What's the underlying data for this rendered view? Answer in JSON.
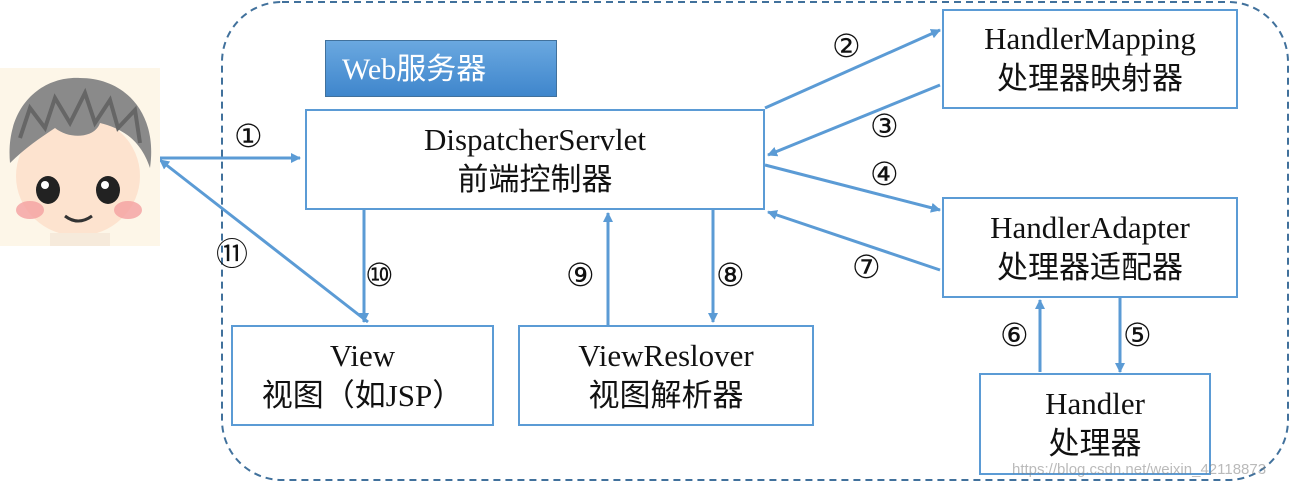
{
  "server_label": "Web服务器",
  "boxes": {
    "dispatcher": {
      "line1": "DispatcherServlet",
      "line2": "前端控制器"
    },
    "mapping": {
      "line1": "HandlerMapping",
      "line2": "处理器映射器"
    },
    "adapter": {
      "line1": "HandlerAdapter",
      "line2": "处理器适配器"
    },
    "handler": {
      "line1": "Handler",
      "line2": "处理器"
    },
    "view": {
      "line1": "View",
      "line2": "视图（如JSP）"
    },
    "resolver": {
      "line1": "ViewReslover",
      "line2": "视图解析器"
    }
  },
  "steps": {
    "s1": "①",
    "s2": "②",
    "s3": "③",
    "s4": "④",
    "s5": "⑤",
    "s6": "⑥",
    "s7": "⑦",
    "s8": "⑧",
    "s9": "⑨",
    "s10": "⑩",
    "s11": "⑪"
  },
  "watermark": "https://blog.csdn.net/weixin_42118873",
  "colors": {
    "accent": "#5b9bd5",
    "label_bg": "#4a90d9",
    "frame": "#41719c"
  }
}
